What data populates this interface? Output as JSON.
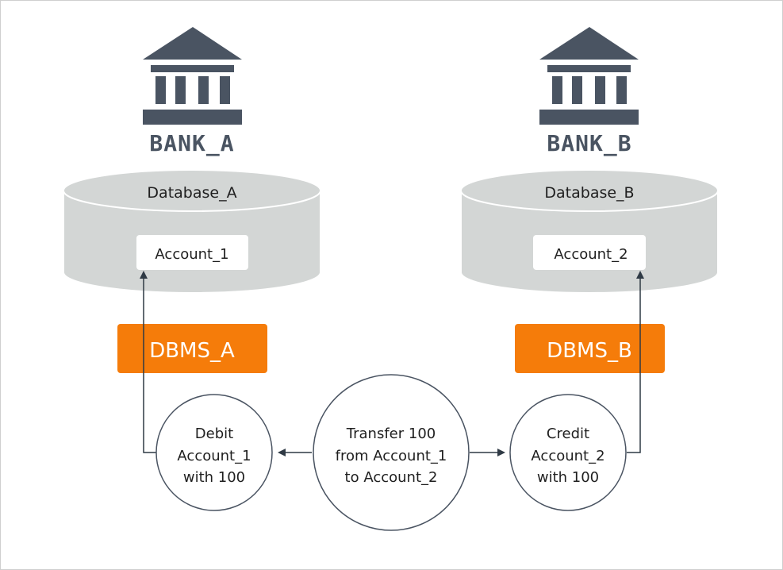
{
  "colors": {
    "icon": "#4a5462",
    "db_fill": "#d3d6d5",
    "db_stroke": "#ffffff",
    "dbms": "#f57c0a",
    "circle_stroke": "#4a5462",
    "arrow": "#2f3a45",
    "frame": "#cfcfcf"
  },
  "icons": [
    "bank-icon"
  ],
  "banks": [
    {
      "label": "BANK_A",
      "database": "Database_A",
      "account": "Account_1",
      "dbms": "DBMS_A"
    },
    {
      "label": "BANK_B",
      "database": "Database_B",
      "account": "Account_2",
      "dbms": "DBMS_B"
    }
  ],
  "operations": {
    "debit": [
      "Debit",
      "Account_1",
      "with 100"
    ],
    "transfer": [
      "Transfer 100",
      "from Account_1",
      "to Account_2"
    ],
    "credit": [
      "Credit",
      "Account_2",
      "with 100"
    ]
  }
}
